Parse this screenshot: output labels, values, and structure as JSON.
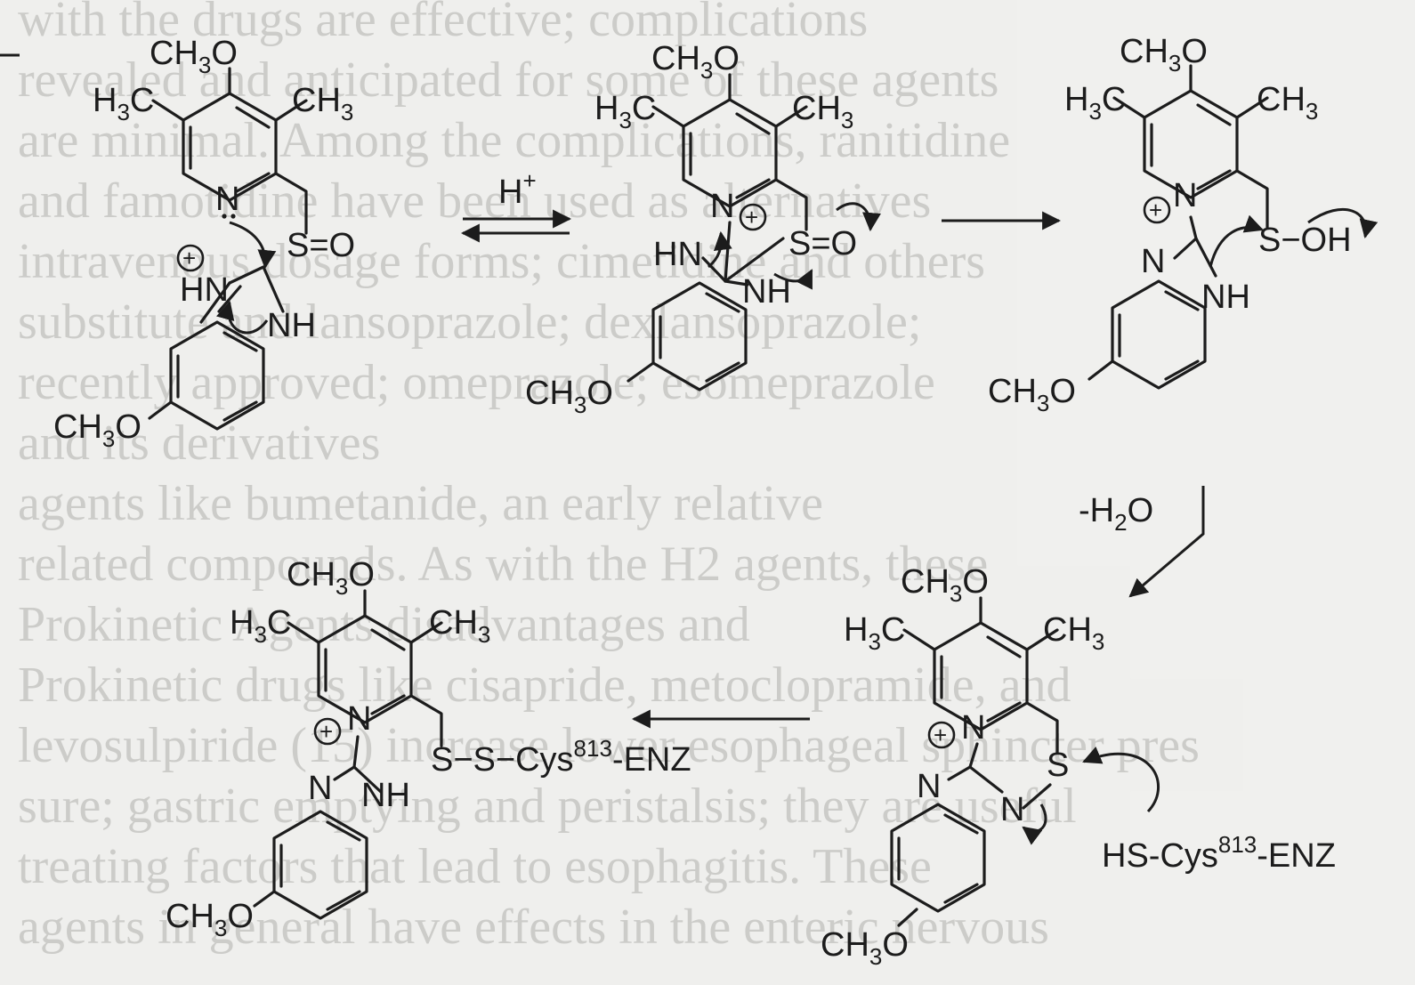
{
  "molecules": [
    {
      "id": "m1",
      "labels": {
        "ome_top": "CH3O",
        "me_left": "H3C",
        "me_right": "CH3",
        "pyr_n": "N",
        "sulfoxide": "S=O",
        "bim_n1": "HN",
        "bim_n2": "NH",
        "ome_bottom": "CH3O"
      }
    },
    {
      "id": "m2",
      "labels": {
        "ome_top": "CH3O",
        "me_left": "H3C",
        "me_right": "CH3",
        "pyr_n": "N",
        "sulfoxide": "S=O",
        "bim_n1": "HN",
        "bim_n2": "NH",
        "ome_bottom": "CH3O"
      }
    },
    {
      "id": "m3",
      "labels": {
        "ome_top": "CH3O",
        "me_left": "H3C",
        "me_right": "CH3",
        "pyr_n": "N",
        "sulfenic": "S−OH",
        "bim_n1": "N",
        "bim_n2": "NH",
        "ome_bottom": "CH3O"
      }
    },
    {
      "id": "m4",
      "labels": {
        "ome_top": "CH3O",
        "me_left": "H3C",
        "me_right": "CH3",
        "pyr_n": "N",
        "sulfur": "S",
        "bim_n1": "N",
        "bim_n2": "N",
        "ome_bottom": "CH3O"
      }
    },
    {
      "id": "m5",
      "labels": {
        "ome_top": "CH3O",
        "me_left": "H3C",
        "me_right": "CH3",
        "pyr_n": "N",
        "disulfide_prefix": "S−S−Cys",
        "disulfide_sup": "813",
        "disulfide_suffix": "-ENZ",
        "bim_n1": "N",
        "bim_n2": "NH",
        "ome_bottom": "CH3O"
      }
    }
  ],
  "reaction_labels": {
    "h_plus": "H",
    "plus_sign": "+",
    "minus_water": "-H2O",
    "reagent_prefix": "HS-Cys",
    "reagent_sup": "813",
    "reagent_suffix": "-ENZ"
  }
}
